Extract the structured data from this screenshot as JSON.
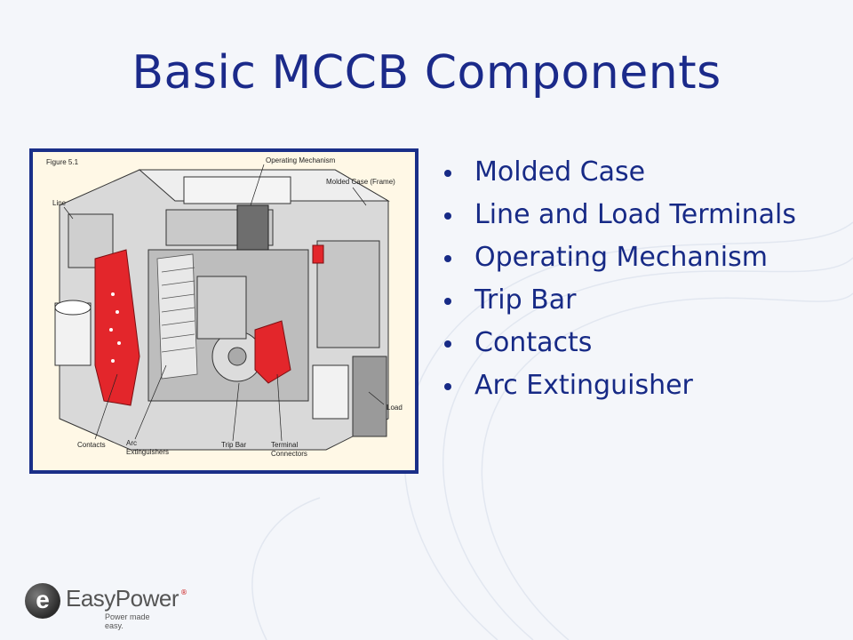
{
  "slide": {
    "title": "Basic MCCB Components",
    "bullets": [
      "Molded Case",
      "Line and Load Terminals",
      "Operating Mechanism",
      "Trip Bar",
      "Contacts",
      "Arc Extinguisher"
    ]
  },
  "figure": {
    "caption": "Figure 5.1",
    "labels": {
      "operating_mechanism": "Operating Mechanism",
      "molded_case": "Molded Case (Frame)",
      "line": "Line",
      "load": "Load",
      "contacts": "Contacts",
      "arc_1": "Arc",
      "arc_2": "Extinguishers",
      "trip_bar": "Trip Bar",
      "terminal_1": "Terminal",
      "terminal_2": "Connectors"
    }
  },
  "logo": {
    "letter": "e",
    "name": "EasyPower",
    "registered": "®",
    "tagline": "Power made easy."
  },
  "colors": {
    "title": "#1b2a8a",
    "frame_border": "#1a2f88",
    "highlight_red": "#e3262b"
  }
}
